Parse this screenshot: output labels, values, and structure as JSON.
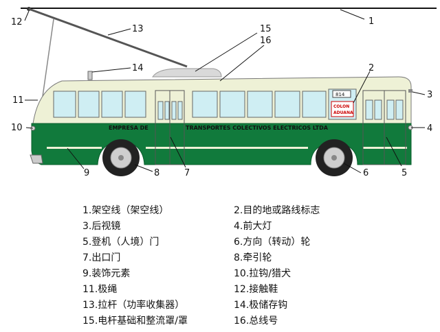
{
  "bus": {
    "fleet_number_roof": "814",
    "fleet_number_window": "814",
    "destination_sign": [
      "COLON",
      "ADUANA"
    ],
    "side_text_left": "EMPRESA DE",
    "side_text_right": "TRANSPORTES COLECTIVOS ELECTRICOS LTDA",
    "colors": {
      "green": "#117a3c",
      "cream": "#eef1d6",
      "window": "#cfeef3",
      "roof": "#d9d9d9"
    }
  },
  "callouts": [
    "1",
    "2",
    "3",
    "4",
    "5",
    "6",
    "7",
    "8",
    "9",
    "10",
    "11",
    "12",
    "13",
    "14",
    "15",
    "16"
  ],
  "legend": {
    "left": [
      "1.架空线（架空线）",
      "3.后视镜",
      "5.登机（人境）门",
      "7.出口门",
      "9.装饰元素",
      "11.极绳",
      "13.拉杆（功率收集器）",
      "15.电杆基础和整流罩/罩"
    ],
    "right": [
      "2.目的地或路线标志",
      "4.前大灯",
      "6.方向（转动）轮",
      "8.牵引轮",
      "10.拉钩/猎犬",
      "12.接触鞋",
      "14.极储存钩",
      "16.总线号"
    ]
  }
}
